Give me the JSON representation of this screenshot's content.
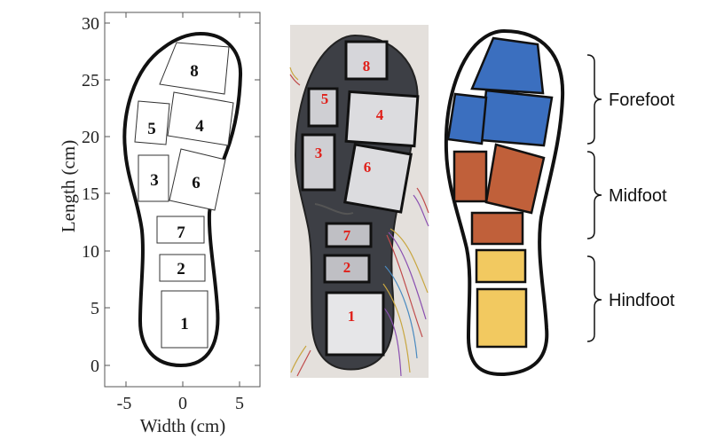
{
  "plot": {
    "x_axis_label": "Width (cm)",
    "y_axis_label": "Length (cm)",
    "x_ticks": [
      "-5",
      "0",
      "5"
    ],
    "y_ticks": [
      "0",
      "5",
      "10",
      "15",
      "20",
      "25",
      "30"
    ]
  },
  "sensors": [
    "1",
    "2",
    "3",
    "4",
    "5",
    "6",
    "7",
    "8"
  ],
  "regions": {
    "forefoot": "Forefoot",
    "midfoot": "Midfoot",
    "hindfoot": "Hindfoot"
  },
  "colors": {
    "forefoot": "#3b6fbf",
    "midfoot": "#c0603a",
    "hindfoot": "#f2c960",
    "sensor_label_red": "#e0201a"
  }
}
